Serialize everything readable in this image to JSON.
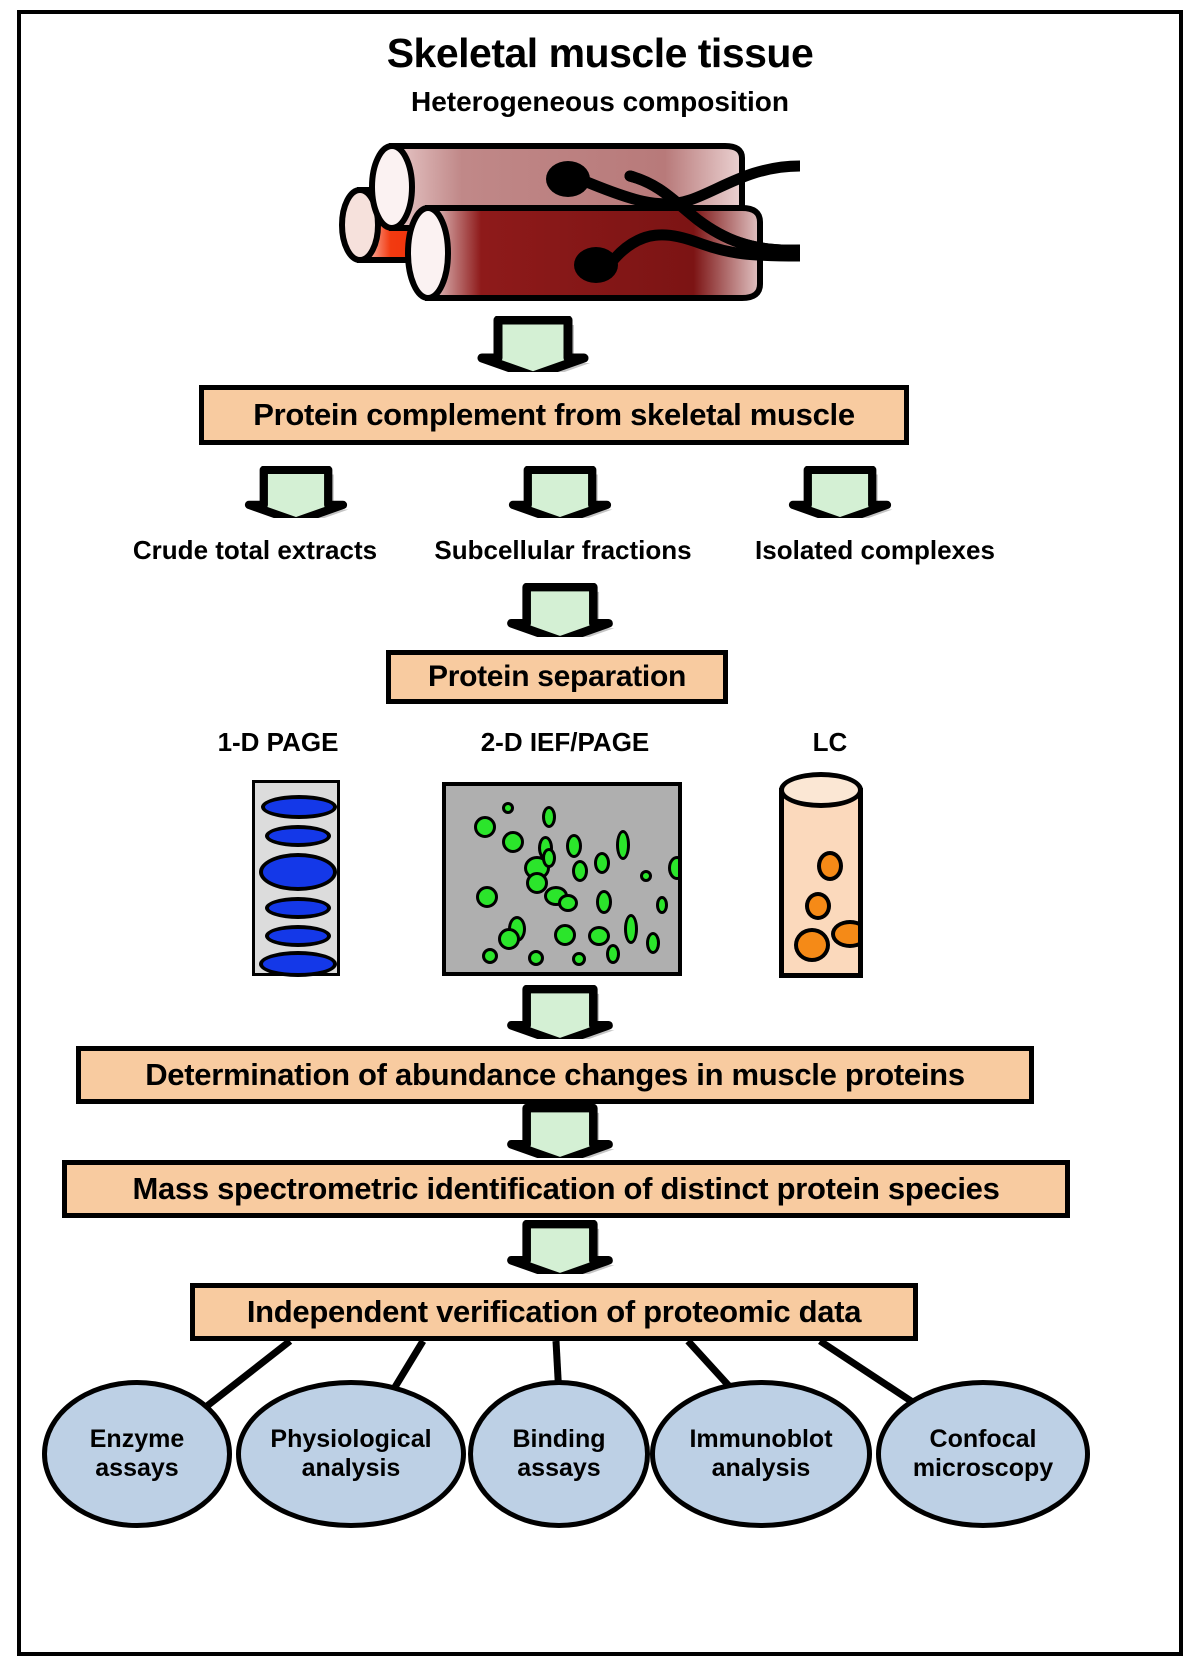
{
  "header": {
    "title": "Skeletal muscle tissue",
    "subtitle": "Heterogeneous composition"
  },
  "figure": {
    "muscle_illustration": "skeletal-muscle-fibers-with-motor-neurons"
  },
  "boxes": {
    "protein_complement": "Protein complement from skeletal muscle",
    "protein_separation": "Protein separation",
    "abundance": "Determination of abundance changes in muscle proteins",
    "mass_spec": "Mass spectrometric identification of distinct protein species",
    "verification": "Independent verification of proteomic data"
  },
  "branches": [
    {
      "label": "Crude total extracts"
    },
    {
      "label": "Subcellular fractions"
    },
    {
      "label": "Isolated complexes"
    }
  ],
  "techniques": [
    {
      "label": "1-D PAGE",
      "icon": "gel-lane-icon"
    },
    {
      "label": "2-D IEF/PAGE",
      "icon": "gel-slab-icon"
    },
    {
      "label": "LC",
      "icon": "chromatography-column-icon"
    }
  ],
  "verification_methods": [
    {
      "line1": "Enzyme",
      "line2": "assays"
    },
    {
      "line1": "Physiological",
      "line2": "analysis"
    },
    {
      "line1": "Binding",
      "line2": "assays"
    },
    {
      "line1": "Immunoblot",
      "line2": "analysis"
    },
    {
      "line1": "Confocal",
      "line2": "microscopy"
    }
  ],
  "colors": {
    "box_fill": "#F8CBA0",
    "arrow_fill": "#D4F0D4",
    "oval_fill": "#BDD0E5",
    "gel1d_fill": "#DCDCDC",
    "band_fill": "#1438E8",
    "gel2d_fill": "#AFAFAF",
    "spot_fill": "#2BE52B",
    "lc_fill": "#FBD9BC",
    "lc_spot_fill": "#F58A17",
    "outline": "#000000"
  }
}
